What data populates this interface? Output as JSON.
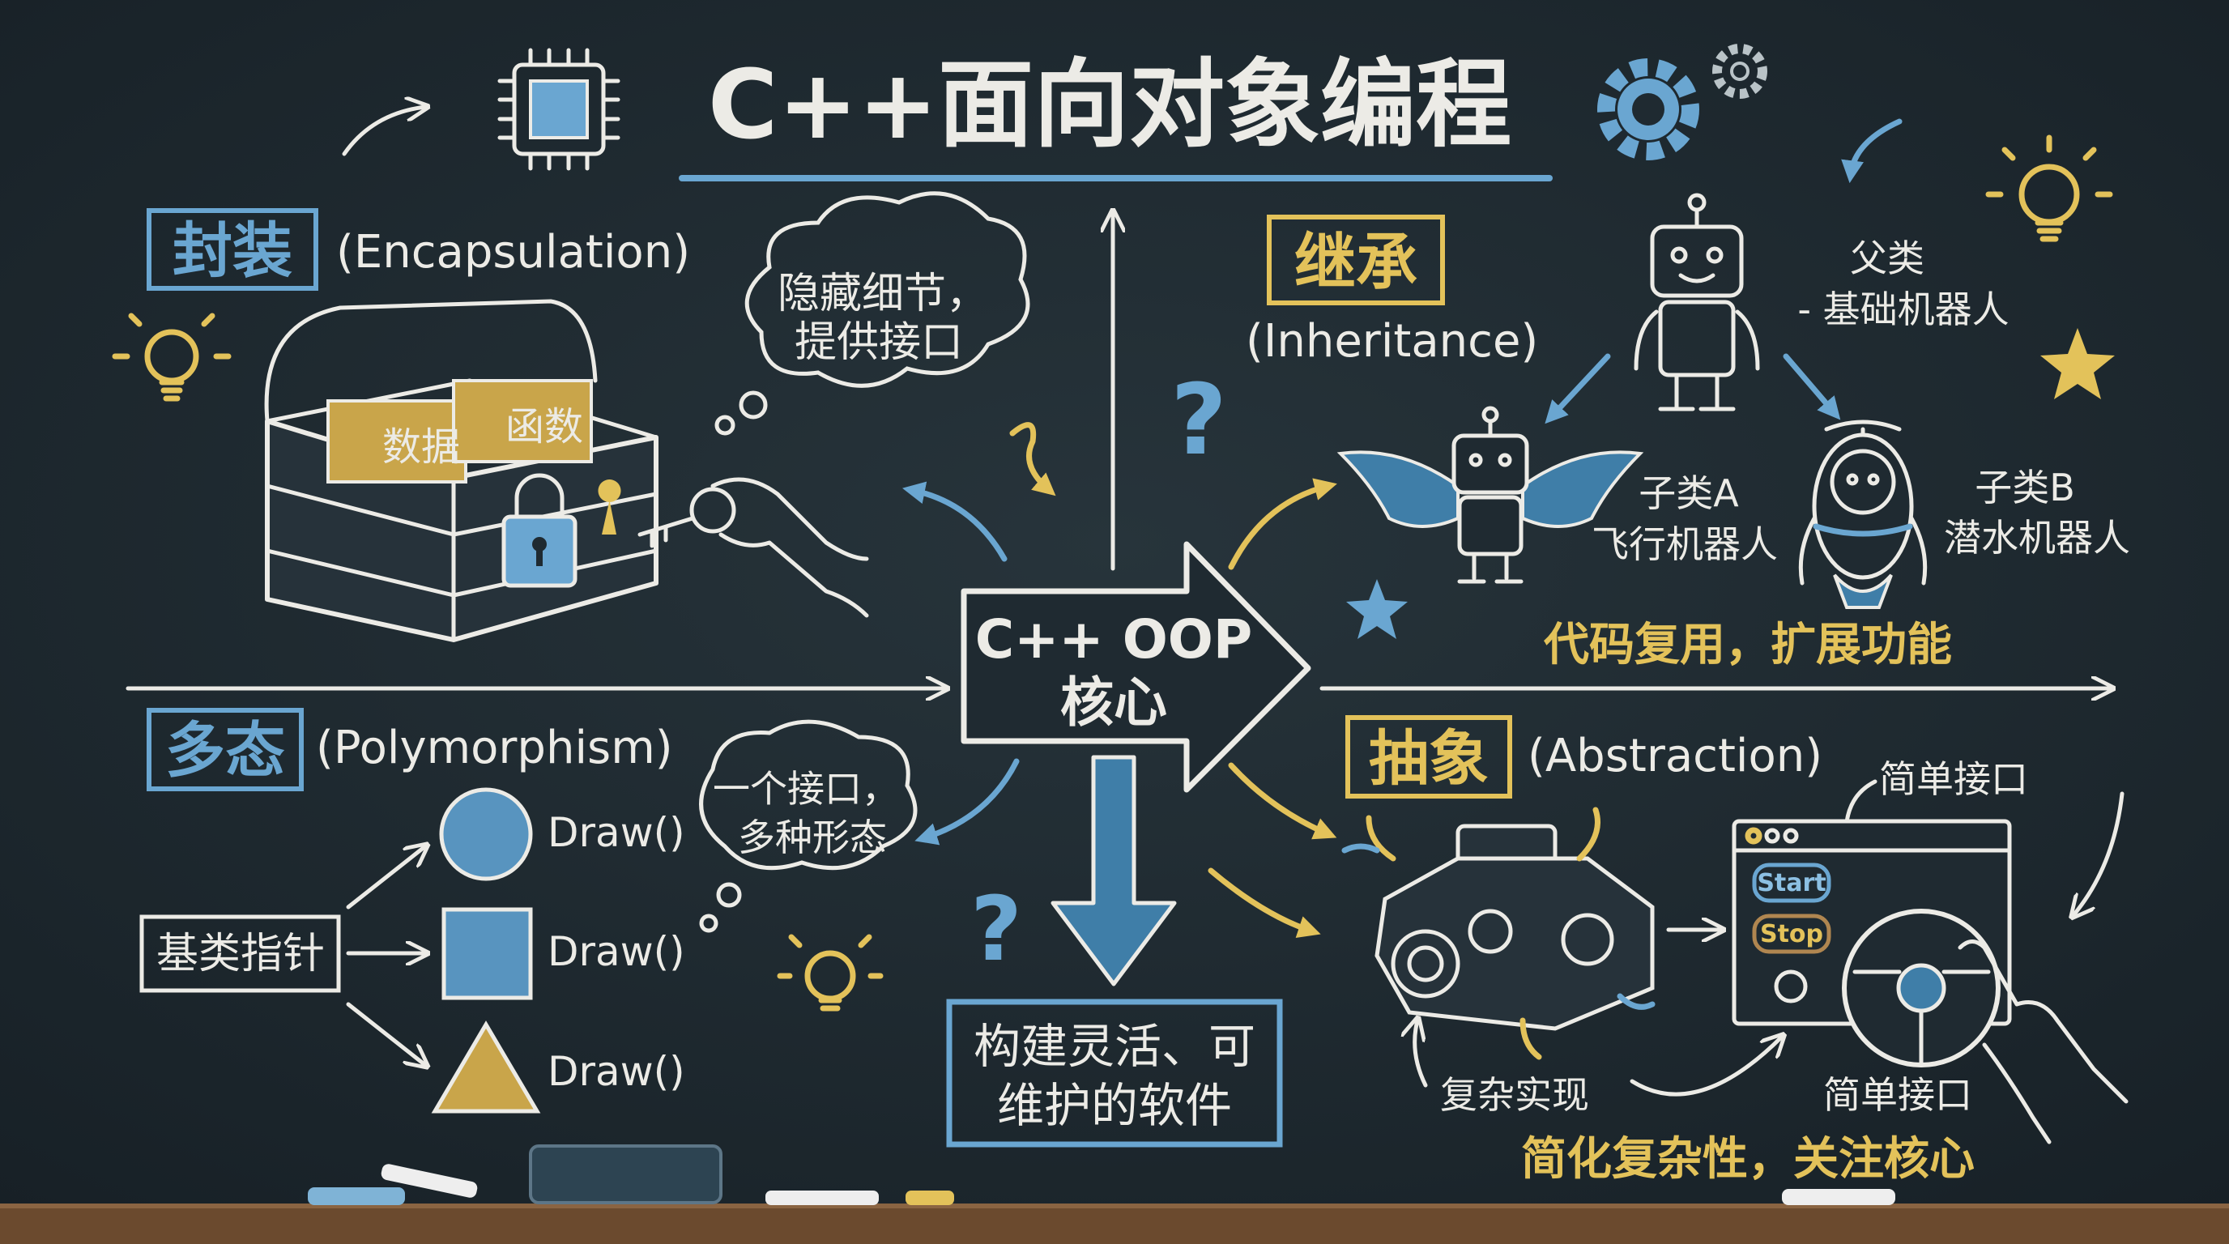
{
  "title": "C++面向对象编程",
  "colors": {
    "board": "#1f2a31",
    "chalk_white": "#ecebe6",
    "chalk_blue": "#6aa6d1",
    "chalk_yellow": "#e3c25a",
    "ledge": "#6b4a2e"
  },
  "center": {
    "line1": "C++ OOP",
    "line2": "核心"
  },
  "encapsulation": {
    "title_cn": "封装",
    "title_en": "(Encapsulation)",
    "bubble_line1": "隐藏细节，",
    "bubble_line2": "提供接口",
    "box_data": "数据",
    "box_function": "函数"
  },
  "inheritance": {
    "title_cn": "继承",
    "title_en": "(Inheritance)",
    "parent_line1": "父类",
    "parent_line2": "- 基础机器人",
    "child_a_line1": "子类A",
    "child_a_line2": "飞行机器人",
    "child_b_line1": "子类B",
    "child_b_line2": "潜水机器人",
    "summary": "代码复用，扩展功能"
  },
  "polymorphism": {
    "title_cn": "多态",
    "title_en": "(Polymorphism)",
    "bubble_line1": "一个接口，",
    "bubble_line2": "多种形态",
    "base_pointer": "基类指针",
    "draw_circle": "Draw()",
    "draw_square": "Draw()",
    "draw_triangle": "Draw()"
  },
  "abstraction": {
    "title_cn": "抽象",
    "title_en": "(Abstraction)",
    "simple_interface_top": "简单接口",
    "complex_impl": "复杂实现",
    "simple_interface_bottom": "简单接口",
    "start_button": "Start",
    "stop_button": "Stop",
    "summary": "简化复杂性，关注核心"
  },
  "goal": {
    "line1": "构建灵活、可",
    "line2": "维护的软件"
  },
  "icons": [
    "cpu-chip-icon",
    "gear-icon",
    "lightbulb-icon",
    "star-icon",
    "question-mark-icon",
    "padlock-icon",
    "key-icon",
    "treasure-chest-icon",
    "robot-icon",
    "engine-icon",
    "steering-wheel-icon",
    "hand-icon"
  ]
}
